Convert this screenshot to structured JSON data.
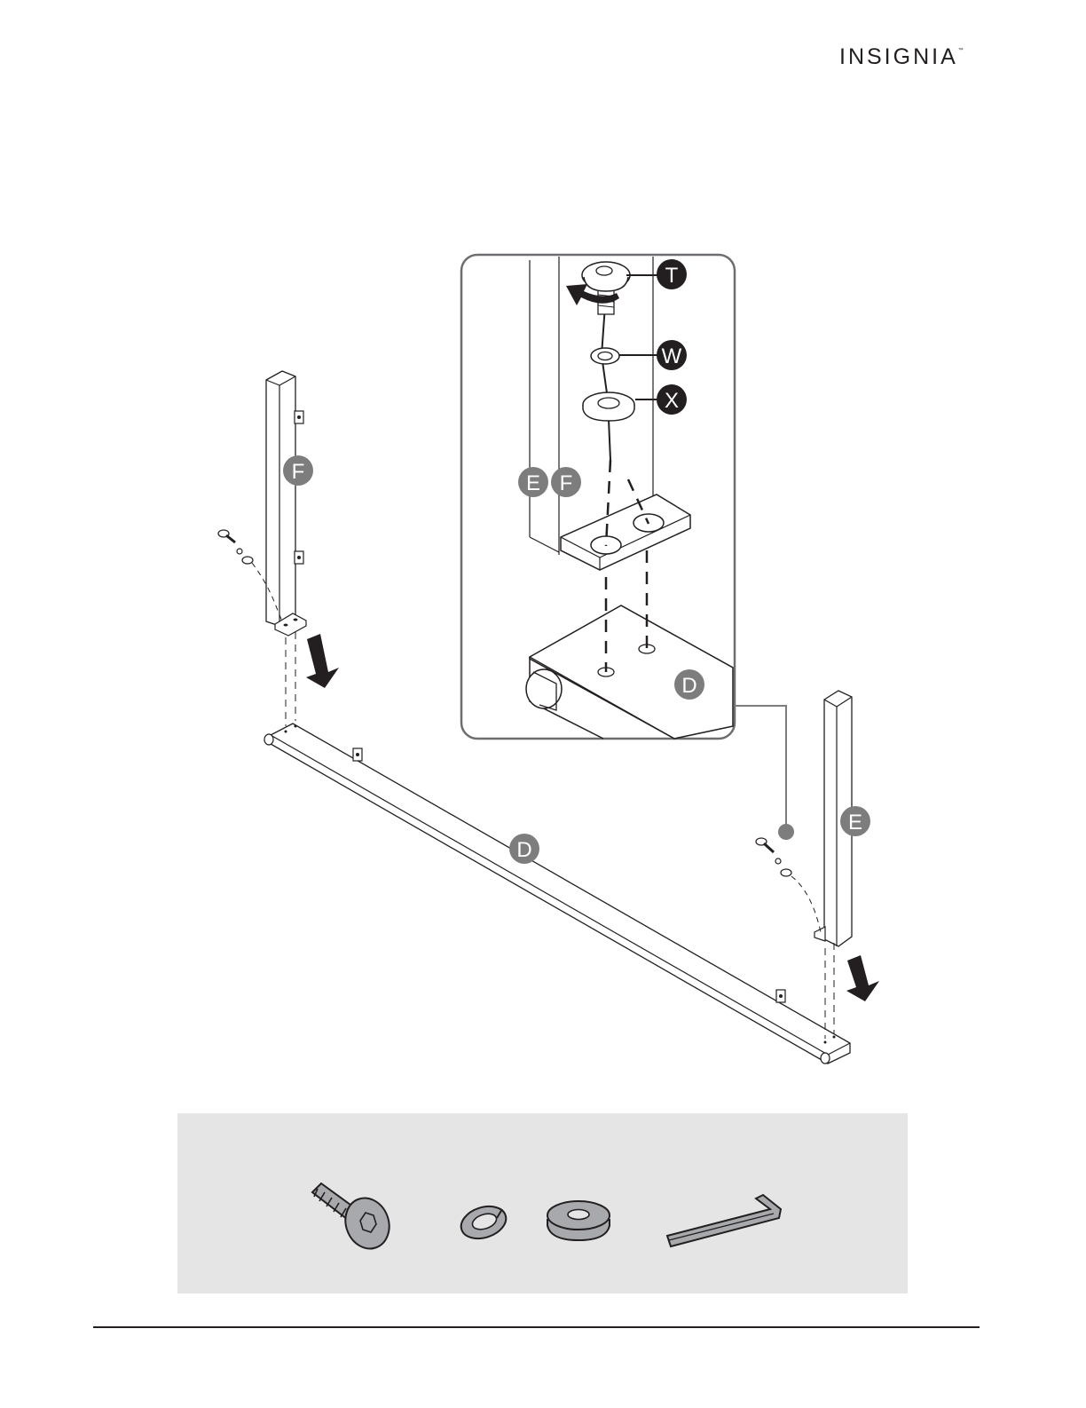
{
  "header": {
    "brand": "INSIGNIA",
    "trademark": "™"
  },
  "diagram": {
    "callouts": {
      "t": "T",
      "w": "W",
      "x": "X",
      "e_detail": "E",
      "f_detail": "F",
      "d_detail": "D",
      "f_post": "F",
      "d_bar": "D",
      "e_post": "E"
    },
    "colors": {
      "dark_callout": "#231f20",
      "grey_callout": "#7d7d7d",
      "panel": "#e5e5e5",
      "part_fill": "#a7a9ac"
    }
  },
  "hardware": {
    "icons": [
      "bolt-icon",
      "lock-washer-icon",
      "flat-washer-icon",
      "allen-key-icon"
    ]
  }
}
